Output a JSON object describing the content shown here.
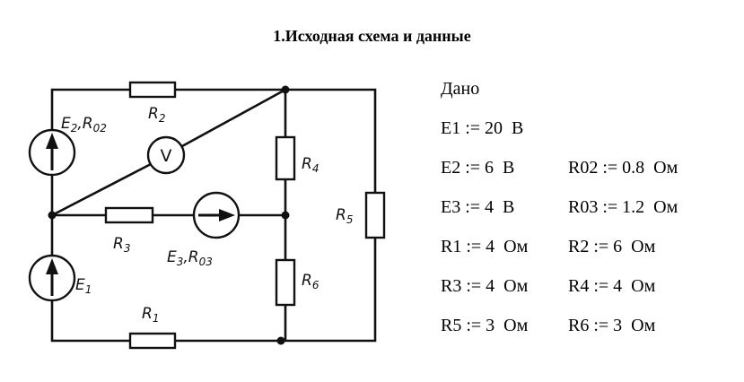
{
  "title": "1.Исходная схема и данные",
  "circuit": {
    "labels": {
      "E2R02": {
        "a": "E",
        "a_sub": "2",
        "sep": ",",
        "b": "R",
        "b_sub": "02"
      },
      "R2": {
        "a": "R",
        "a_sub": "2"
      },
      "V": "V",
      "R4": {
        "a": "R",
        "a_sub": "4"
      },
      "R5": {
        "a": "R",
        "a_sub": "5"
      },
      "R3": {
        "a": "R",
        "a_sub": "3"
      },
      "E3R03": {
        "a": "E",
        "a_sub": "3",
        "sep": ",",
        "b": "R",
        "b_sub": "03"
      },
      "E1": {
        "a": "E",
        "a_sub": "1"
      },
      "R6": {
        "a": "R",
        "a_sub": "6"
      },
      "R1": {
        "a": "R",
        "a_sub": "1"
      }
    }
  },
  "given": {
    "heading": "Дано",
    "rows": [
      [
        "E1 := 20  В",
        ""
      ],
      [
        "E2 := 6  В",
        "R02 := 0.8  Ом"
      ],
      [
        "E3 := 4  В",
        "R03 := 1.2  Ом"
      ],
      [
        "R1 := 4  Ом",
        "R2 := 6  Ом"
      ],
      [
        "R3 := 4  Ом",
        "R4 := 4  Ом"
      ],
      [
        "R5 := 3  Ом",
        "R6 := 3  Ом"
      ]
    ]
  }
}
